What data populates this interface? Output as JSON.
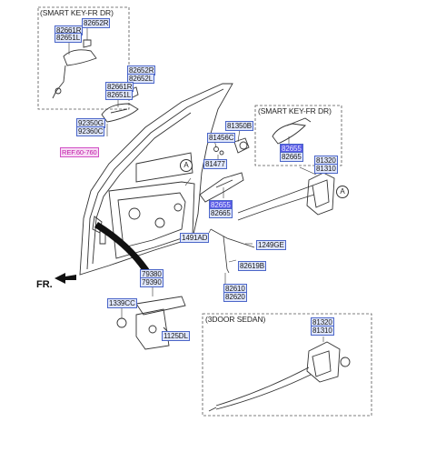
{
  "headers": {
    "smart_key_top": "(SMART KEY-FR DR)",
    "smart_key_right": "(SMART KEY-FR DR)",
    "three_door": "(3DOOR SEDAN)"
  },
  "reference": {
    "ref_label": "REF.60-760"
  },
  "direction": {
    "front": "FR."
  },
  "callouts": {
    "a1": "A",
    "a2": "A"
  },
  "parts": {
    "p82652R_top": "82652R",
    "p82661R_top": "82661R",
    "p82651L_top": "82651L",
    "p82652R": "82652R",
    "p82652L": "82652L",
    "p82661R": "82661R",
    "p82651L": "82651L",
    "p92350G": "92350G",
    "p92360C": "92360C",
    "p81350B": "81350B",
    "p81456C": "81456C",
    "p81477": "81477",
    "p82655": "82655",
    "p82665": "82665",
    "p82655_mid": "82655",
    "p82665_mid": "82665",
    "p81320": "81320",
    "p81310": "81310",
    "p1491AD": "1491AD",
    "p1249GE": "1249GE",
    "p82619B": "82619B",
    "p82610": "82610",
    "p82620": "82620",
    "p79380": "79380",
    "p79390": "79390",
    "p1339CC": "1339CC",
    "p1125DL": "1125DL",
    "p81320_b": "81320",
    "p81310_b": "81310"
  }
}
